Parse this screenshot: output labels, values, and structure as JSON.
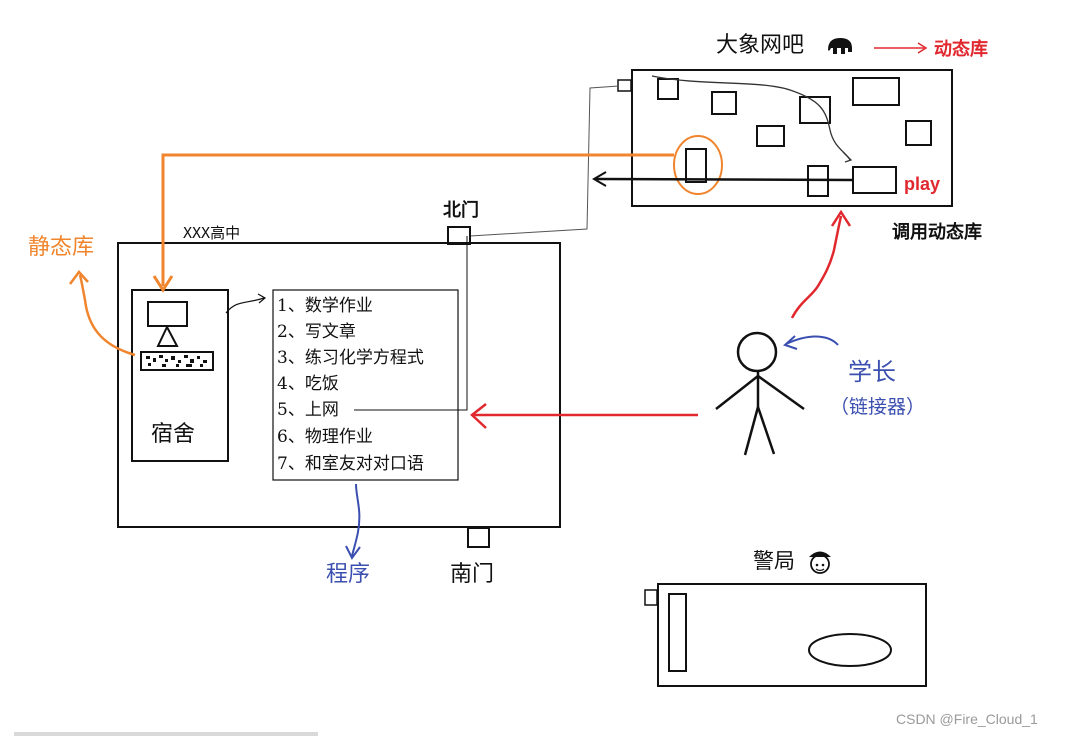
{
  "cafe": {
    "title": "大象网吧",
    "icon": "elephant-icon",
    "tag": "动态库",
    "play": "play",
    "subtitle": "调用动态库"
  },
  "school": {
    "name": "XXX高中",
    "north_gate": "北门",
    "south_gate": "南门",
    "dorm": "宿舍",
    "static_lib": "静态库",
    "program": "程序"
  },
  "tasks": [
    "1、数学作业",
    "2、写文章",
    "3、练习化学方程式",
    "4、吃饭",
    "5、上网",
    "6、物理作业",
    "7、和室友对对口语"
  ],
  "senior": {
    "name": "学长",
    "role": "（链接器）"
  },
  "police": {
    "title": "警局",
    "icon": "police-officer-icon"
  },
  "watermark": "CSDN @Fire_Cloud_1",
  "colors": {
    "orange": "#f0852d",
    "red": "#e0282e",
    "blue": "#3b4fb0",
    "black": "#111111",
    "gray": "#555555"
  }
}
